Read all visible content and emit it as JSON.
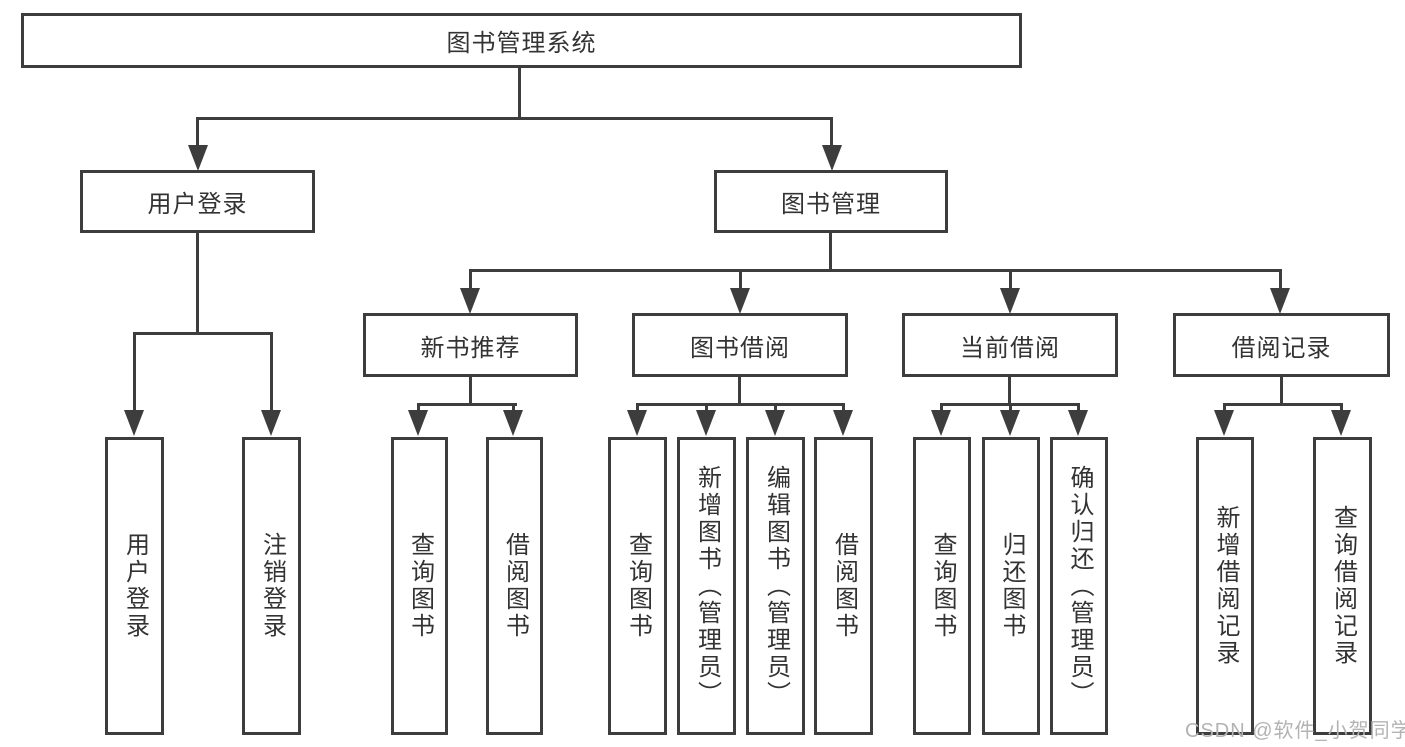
{
  "tree": {
    "root": "图书管理系统",
    "branches": [
      {
        "label": "用户登录",
        "leaves": [
          "用户登录",
          "注销登录"
        ]
      },
      {
        "label": "图书管理",
        "sections": [
          {
            "label": "新书推荐",
            "leaves": [
              "查询图书",
              "借阅图书"
            ]
          },
          {
            "label": "图书借阅",
            "leaves": [
              "查询图书",
              "新增图书（管理员）",
              "编辑图书（管理员）",
              "借阅图书"
            ]
          },
          {
            "label": "当前借阅",
            "leaves": [
              "查询图书",
              "归还图书",
              "确认归还（管理员）"
            ]
          },
          {
            "label": "借阅记录",
            "leaves": [
              "新增借阅记录",
              "查询借阅记录"
            ]
          }
        ]
      }
    ]
  },
  "watermark": "CSDN @软件_小贺同学",
  "colors": {
    "line": "#3d3d3d",
    "text": "#333333",
    "watermark": "#b3b3b3",
    "background": "#ffffff"
  }
}
